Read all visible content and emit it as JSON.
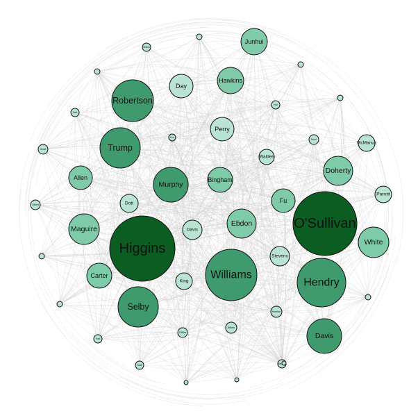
{
  "graph": {
    "colors": {
      "background": "#ffffff",
      "edge": "#c9c9c9",
      "node_outline": "#111111",
      "node_light": "#b9e3d2",
      "node_mid": "#7fcaa9",
      "node_dark": "#3f9a6e",
      "node_darkest": "#0b5d22"
    },
    "nodes": [
      {
        "id": "osullivan",
        "label": "O'Sullivan",
        "tier": 4
      },
      {
        "id": "higgins",
        "label": "Higgins",
        "tier": 4
      },
      {
        "id": "williams",
        "label": "Williams",
        "tier": 3
      },
      {
        "id": "hendry",
        "label": "Hendry",
        "tier": 3
      },
      {
        "id": "selby",
        "label": "Selby",
        "tier": 2
      },
      {
        "id": "robertson",
        "label": "Robertson",
        "tier": 2
      },
      {
        "id": "trump",
        "label": "Trump",
        "tier": 2
      },
      {
        "id": "davis_r",
        "label": "Davis",
        "tier": 2
      },
      {
        "id": "murphy",
        "label": "Murphy",
        "tier": 2
      },
      {
        "id": "white",
        "label": "White",
        "tier": 1
      },
      {
        "id": "maguire",
        "label": "Maguire",
        "tier": 1
      },
      {
        "id": "ebdon",
        "label": "Ebdon",
        "tier": 1
      },
      {
        "id": "carter",
        "label": "Carter",
        "tier": 1
      },
      {
        "id": "doherty",
        "label": "Doherty",
        "tier": 1
      },
      {
        "id": "hawkins",
        "label": "Hawkins",
        "tier": 1
      },
      {
        "id": "junhui",
        "label": "Junhui",
        "tier": 1
      },
      {
        "id": "bingham",
        "label": "Bingham",
        "tier": 1
      },
      {
        "id": "allen",
        "label": "Allen",
        "tier": 1
      },
      {
        "id": "fu",
        "label": "Fu",
        "tier": 1
      },
      {
        "id": "day",
        "label": "Day",
        "tier": 0
      },
      {
        "id": "perry",
        "label": "Perry",
        "tier": 0
      },
      {
        "id": "dott",
        "label": "Dott",
        "tier": 0
      },
      {
        "id": "davis_c",
        "label": "Davis",
        "tier": 0
      },
      {
        "id": "stevens",
        "label": "Stevens",
        "tier": 0
      },
      {
        "id": "king",
        "label": "King",
        "tier": 0
      },
      {
        "id": "parrott",
        "label": "Parrott",
        "tier": 0
      },
      {
        "id": "mcmanus",
        "label": "McManus",
        "tier": 0
      },
      {
        "id": "walden",
        "label": "Walden",
        "tier": 0
      },
      {
        "id": "bond",
        "label": "Bond",
        "tier": 0
      },
      {
        "id": "holt",
        "label": "Holt",
        "tier": 0
      },
      {
        "id": "wilkins",
        "label": "Wilkins",
        "tier": 0
      },
      {
        "id": "hamilton",
        "label": "Hamilton",
        "tier": 0
      },
      {
        "id": "obrien",
        "label": "O'Brien",
        "tier": 0
      },
      {
        "id": "gould",
        "label": "Gould",
        "tier": 0
      },
      {
        "id": "gilbert",
        "label": "Gilbert",
        "tier": 0
      },
      {
        "id": "dale",
        "label": "Dale",
        "tier": 0
      },
      {
        "id": "wilson",
        "label": "Wilson",
        "tier": 0
      },
      {
        "id": "lee",
        "label": "Lee",
        "tier": 0
      },
      {
        "id": "ford",
        "label": "Ford",
        "tier": 0
      },
      {
        "id": "swail",
        "label": "Swail",
        "tier": 0
      },
      {
        "id": "watson",
        "label": "Watson",
        "tier": 0
      },
      {
        "id": "u1",
        "label": "",
        "tier": 0
      },
      {
        "id": "u2",
        "label": "",
        "tier": 0
      },
      {
        "id": "u3",
        "label": "",
        "tier": 0
      },
      {
        "id": "u4",
        "label": "",
        "tier": 0
      },
      {
        "id": "u5",
        "label": "",
        "tier": 0
      },
      {
        "id": "u6",
        "label": "",
        "tier": 0
      },
      {
        "id": "u7",
        "label": "",
        "tier": 0
      },
      {
        "id": "u8",
        "label": "",
        "tier": 0
      },
      {
        "id": "u9",
        "label": "",
        "tier": 0
      },
      {
        "id": "u10",
        "label": "",
        "tier": 0
      }
    ]
  }
}
